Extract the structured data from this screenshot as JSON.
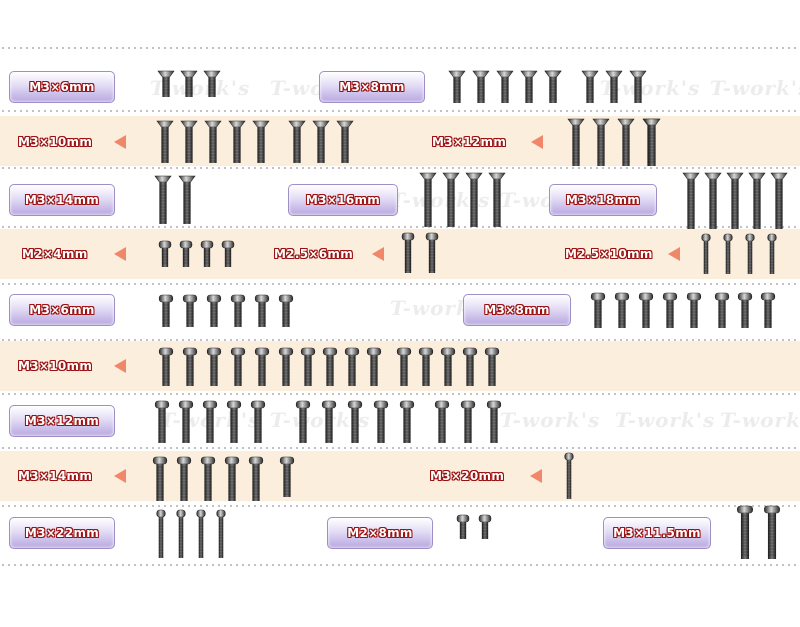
{
  "watermark": "T-work's",
  "rows": [
    {
      "labels": [
        "M3×6mm",
        "M3×8mm"
      ]
    },
    {
      "labels": [
        "M3×10mm",
        "M3×12mm"
      ]
    },
    {
      "labels": [
        "M3×14mm",
        "M3×16mm",
        "M3×18mm"
      ]
    },
    {
      "labels": [
        "M2×4mm",
        "M2.5×6mm",
        "M2.5×10mm"
      ]
    },
    {
      "labels": [
        "M3×6mm",
        "M3×8mm"
      ]
    },
    {
      "labels": [
        "M3×10mm"
      ]
    },
    {
      "labels": [
        "M3×12mm"
      ]
    },
    {
      "labels": [
        "M3×14mm",
        "M3×20mm"
      ]
    },
    {
      "labels": [
        "M3×22mm",
        "M2×8mm",
        "M3×11.5mm"
      ]
    }
  ],
  "colors": {
    "band": "#fbeedd",
    "arrow": "#f0866a",
    "pill_border": "#9e90c7",
    "label_outline": "#9a1010"
  }
}
